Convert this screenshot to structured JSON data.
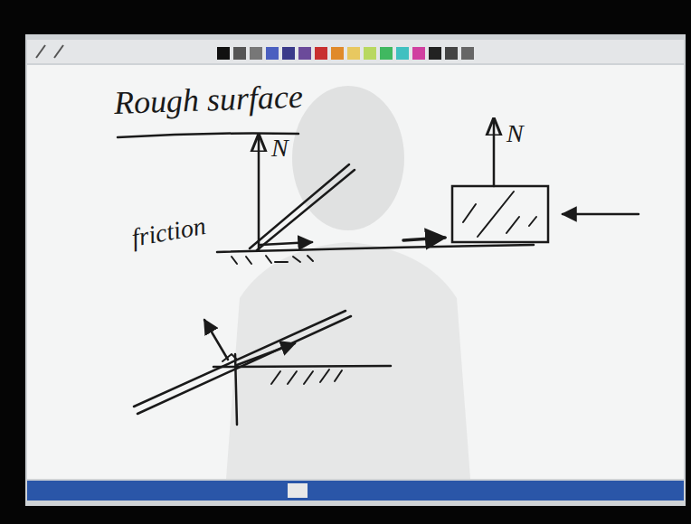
{
  "diagram": {
    "title": "Rough surface",
    "labels": [
      "N",
      "N",
      "friction"
    ]
  }
}
